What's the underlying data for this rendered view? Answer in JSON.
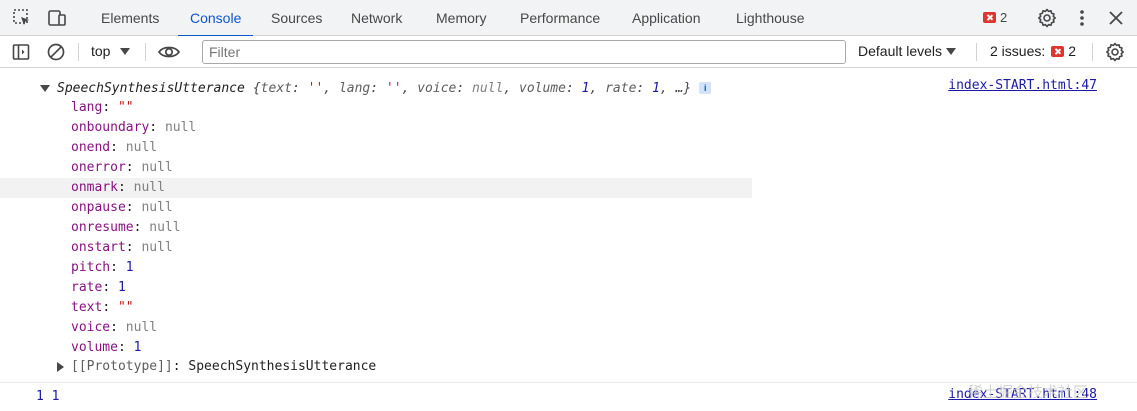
{
  "tabs": [
    "Elements",
    "Console",
    "Sources",
    "Network",
    "Memory",
    "Performance",
    "Application",
    "Lighthouse"
  ],
  "active_tab": "Console",
  "error_count": "2",
  "toolbar": {
    "context": "top",
    "filter_placeholder": "Filter",
    "levels": "Default levels",
    "issues_label": "2 issues:",
    "issues_count": "2"
  },
  "log": {
    "object_class": "SpeechSynthesisUtterance",
    "preview": {
      "open": "{",
      "parts": [
        {
          "k": "text",
          "v": "''",
          "t": "str"
        },
        {
          "k": "lang",
          "v": "''",
          "t": "str"
        },
        {
          "k": "voice",
          "v": "null",
          "t": "nul"
        },
        {
          "k": "volume",
          "v": "1",
          "t": "num"
        },
        {
          "k": "rate",
          "v": "1",
          "t": "num"
        }
      ],
      "ellipsis": "…}"
    },
    "info_glyph": "i",
    "source": "index-START.html:47",
    "properties": [
      {
        "key": "lang",
        "value": "\"\"",
        "type": "str"
      },
      {
        "key": "onboundary",
        "value": "null",
        "type": "nul"
      },
      {
        "key": "onend",
        "value": "null",
        "type": "nul"
      },
      {
        "key": "onerror",
        "value": "null",
        "type": "nul"
      },
      {
        "key": "onmark",
        "value": "null",
        "type": "nul"
      },
      {
        "key": "onpause",
        "value": "null",
        "type": "nul"
      },
      {
        "key": "onresume",
        "value": "null",
        "type": "nul"
      },
      {
        "key": "onstart",
        "value": "null",
        "type": "nul"
      },
      {
        "key": "pitch",
        "value": "1",
        "type": "num"
      },
      {
        "key": "rate",
        "value": "1",
        "type": "num"
      },
      {
        "key": "text",
        "value": "\"\"",
        "type": "str"
      },
      {
        "key": "voice",
        "value": "null",
        "type": "nul"
      },
      {
        "key": "volume",
        "value": "1",
        "type": "num"
      }
    ],
    "highlighted_property": "onmark",
    "prototype_key": "[[Prototype]]",
    "prototype_value": "SpeechSynthesisUtterance"
  },
  "log2": {
    "text": "1 1",
    "source": "index-START.html:48"
  },
  "watermark": "稀土掘金技术社区",
  "colors": {
    "accent": "#0b57d0",
    "error": "#dc362e",
    "key": "#881280",
    "string": "#c41a16",
    "number": "#1a1aa6",
    "null": "#808080"
  }
}
